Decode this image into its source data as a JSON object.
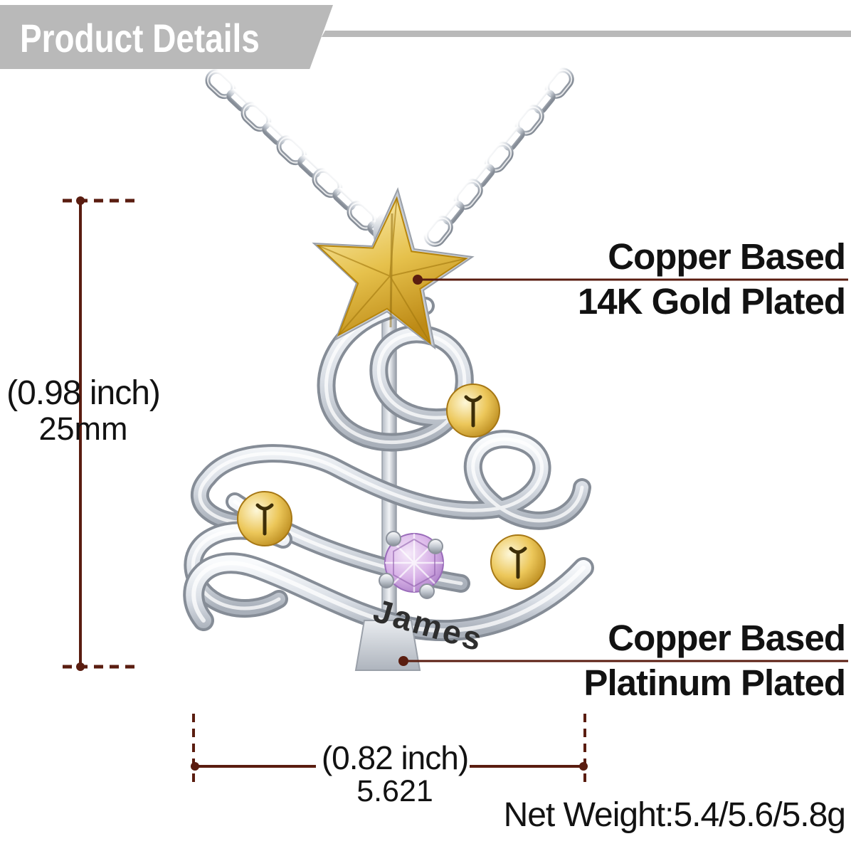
{
  "banner": {
    "title": "Product Details"
  },
  "pendant": {
    "engraving": "James"
  },
  "callout_top": {
    "line1": "Copper Based",
    "line2": "14K Gold Plated"
  },
  "callout_bottom": {
    "line1": "Copper Based",
    "line2": "Platinum Plated"
  },
  "dimension_height": {
    "inches": "(0.98 inch)",
    "metric": "25mm"
  },
  "dimension_width": {
    "inches": "(0.82 inch)",
    "value": "5.621"
  },
  "net_weight": {
    "label": "Net Weight:5.4/5.6/5.8g"
  },
  "colors": {
    "annotation": "#5a1d10",
    "banner": "#b9b9b9",
    "text": "#121212",
    "white": "#ffffff",
    "gold": "#e2b93f",
    "silver": "#ccd1d9",
    "gem": "#c9a0dc",
    "engraving": "#2e2e2e"
  }
}
